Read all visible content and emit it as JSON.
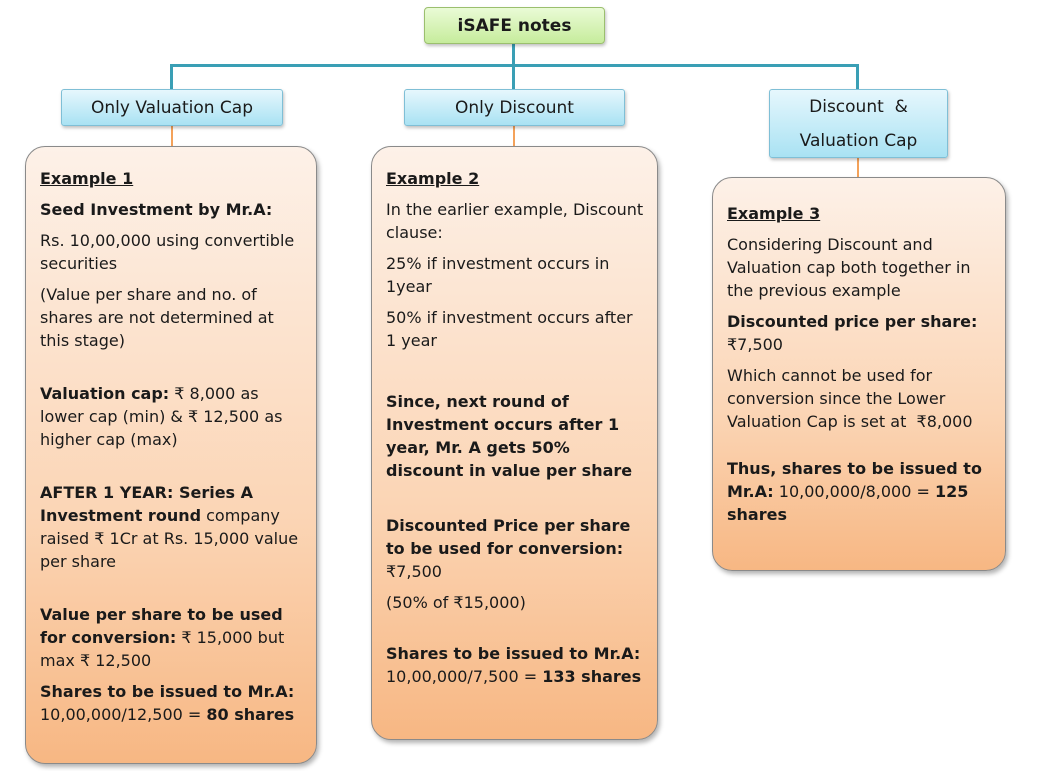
{
  "root": {
    "label": "iSAFE notes"
  },
  "categories": {
    "cap": "Only Valuation Cap",
    "discount": "Only Discount",
    "both_line1": "Discount  &",
    "both_line2": "Valuation Cap"
  },
  "example1": {
    "heading": "Example 1",
    "seed_title": "Seed Investment by Mr.A:",
    "seed_amount": "Rs. 10,00,000 using convertible securities",
    "seed_note": "(Value per share and no. of shares are not determined at this stage)",
    "cap_label": "Valuation cap:",
    "cap_text": " ₹ 8,000 as lower cap (min) & ₹ 12,500 as higher cap (max)",
    "after_label": "AFTER 1 YEAR: Series A Investment round",
    "after_text": " company raised ₹ 1Cr at Rs. 15,000 value per share",
    "value_label": "Value per share to be used for conversion:",
    "value_text": " ₹ 15,000 but max ₹ 12,500",
    "shares_label": "Shares to be issued to Mr.A:",
    "shares_calc": "10,00,000/12,500 = ",
    "shares_result": "80 shares"
  },
  "example2": {
    "heading": "Example 2",
    "intro": "In the earlier example, Discount clause:",
    "line1": "25% if investment occurs in 1year",
    "line2": "50% if investment occurs after 1 year",
    "since": "Since, next round of Investment occurs after 1 year, Mr. A gets 50% discount in value per share",
    "disc_label": "Discounted Price per share to be used for conversion:",
    "disc_value": "₹7,500",
    "disc_note": "(50% of ₹15,000)",
    "shares_label": "Shares to be issued to Mr.A:",
    "shares_calc": "10,00,000/7,500 = ",
    "shares_result": "133 shares"
  },
  "example3": {
    "heading": "Example 3",
    "intro": "Considering Discount and Valuation cap both together in the previous example",
    "disc_label": "Discounted price per share:",
    "disc_value": "₹7,500",
    "note": "Which cannot be used for conversion since the Lower Valuation Cap is set at  ₹8,000",
    "thus_label": "Thus, shares to be issued to Mr.A:",
    "thus_calc": " 10,00,000/8,000 = ",
    "thus_result": "125 shares"
  }
}
